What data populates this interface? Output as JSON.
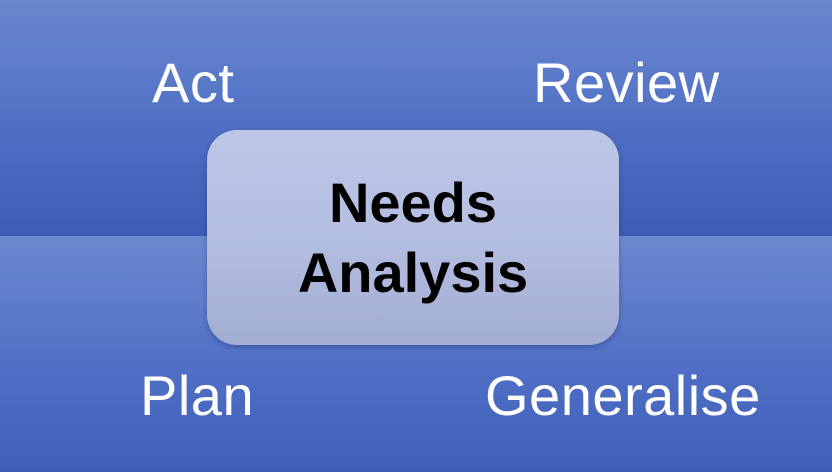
{
  "quadrants": {
    "top_left": "Act",
    "top_right": "Review",
    "bottom_left": "Plan",
    "bottom_right": "Generalise"
  },
  "center": {
    "line1": "Needs",
    "line2": "Analysis"
  },
  "colors": {
    "background": "#4f6fc4",
    "center_box": "#b3bee1",
    "label_text": "#ffffff",
    "center_text": "#000000"
  }
}
